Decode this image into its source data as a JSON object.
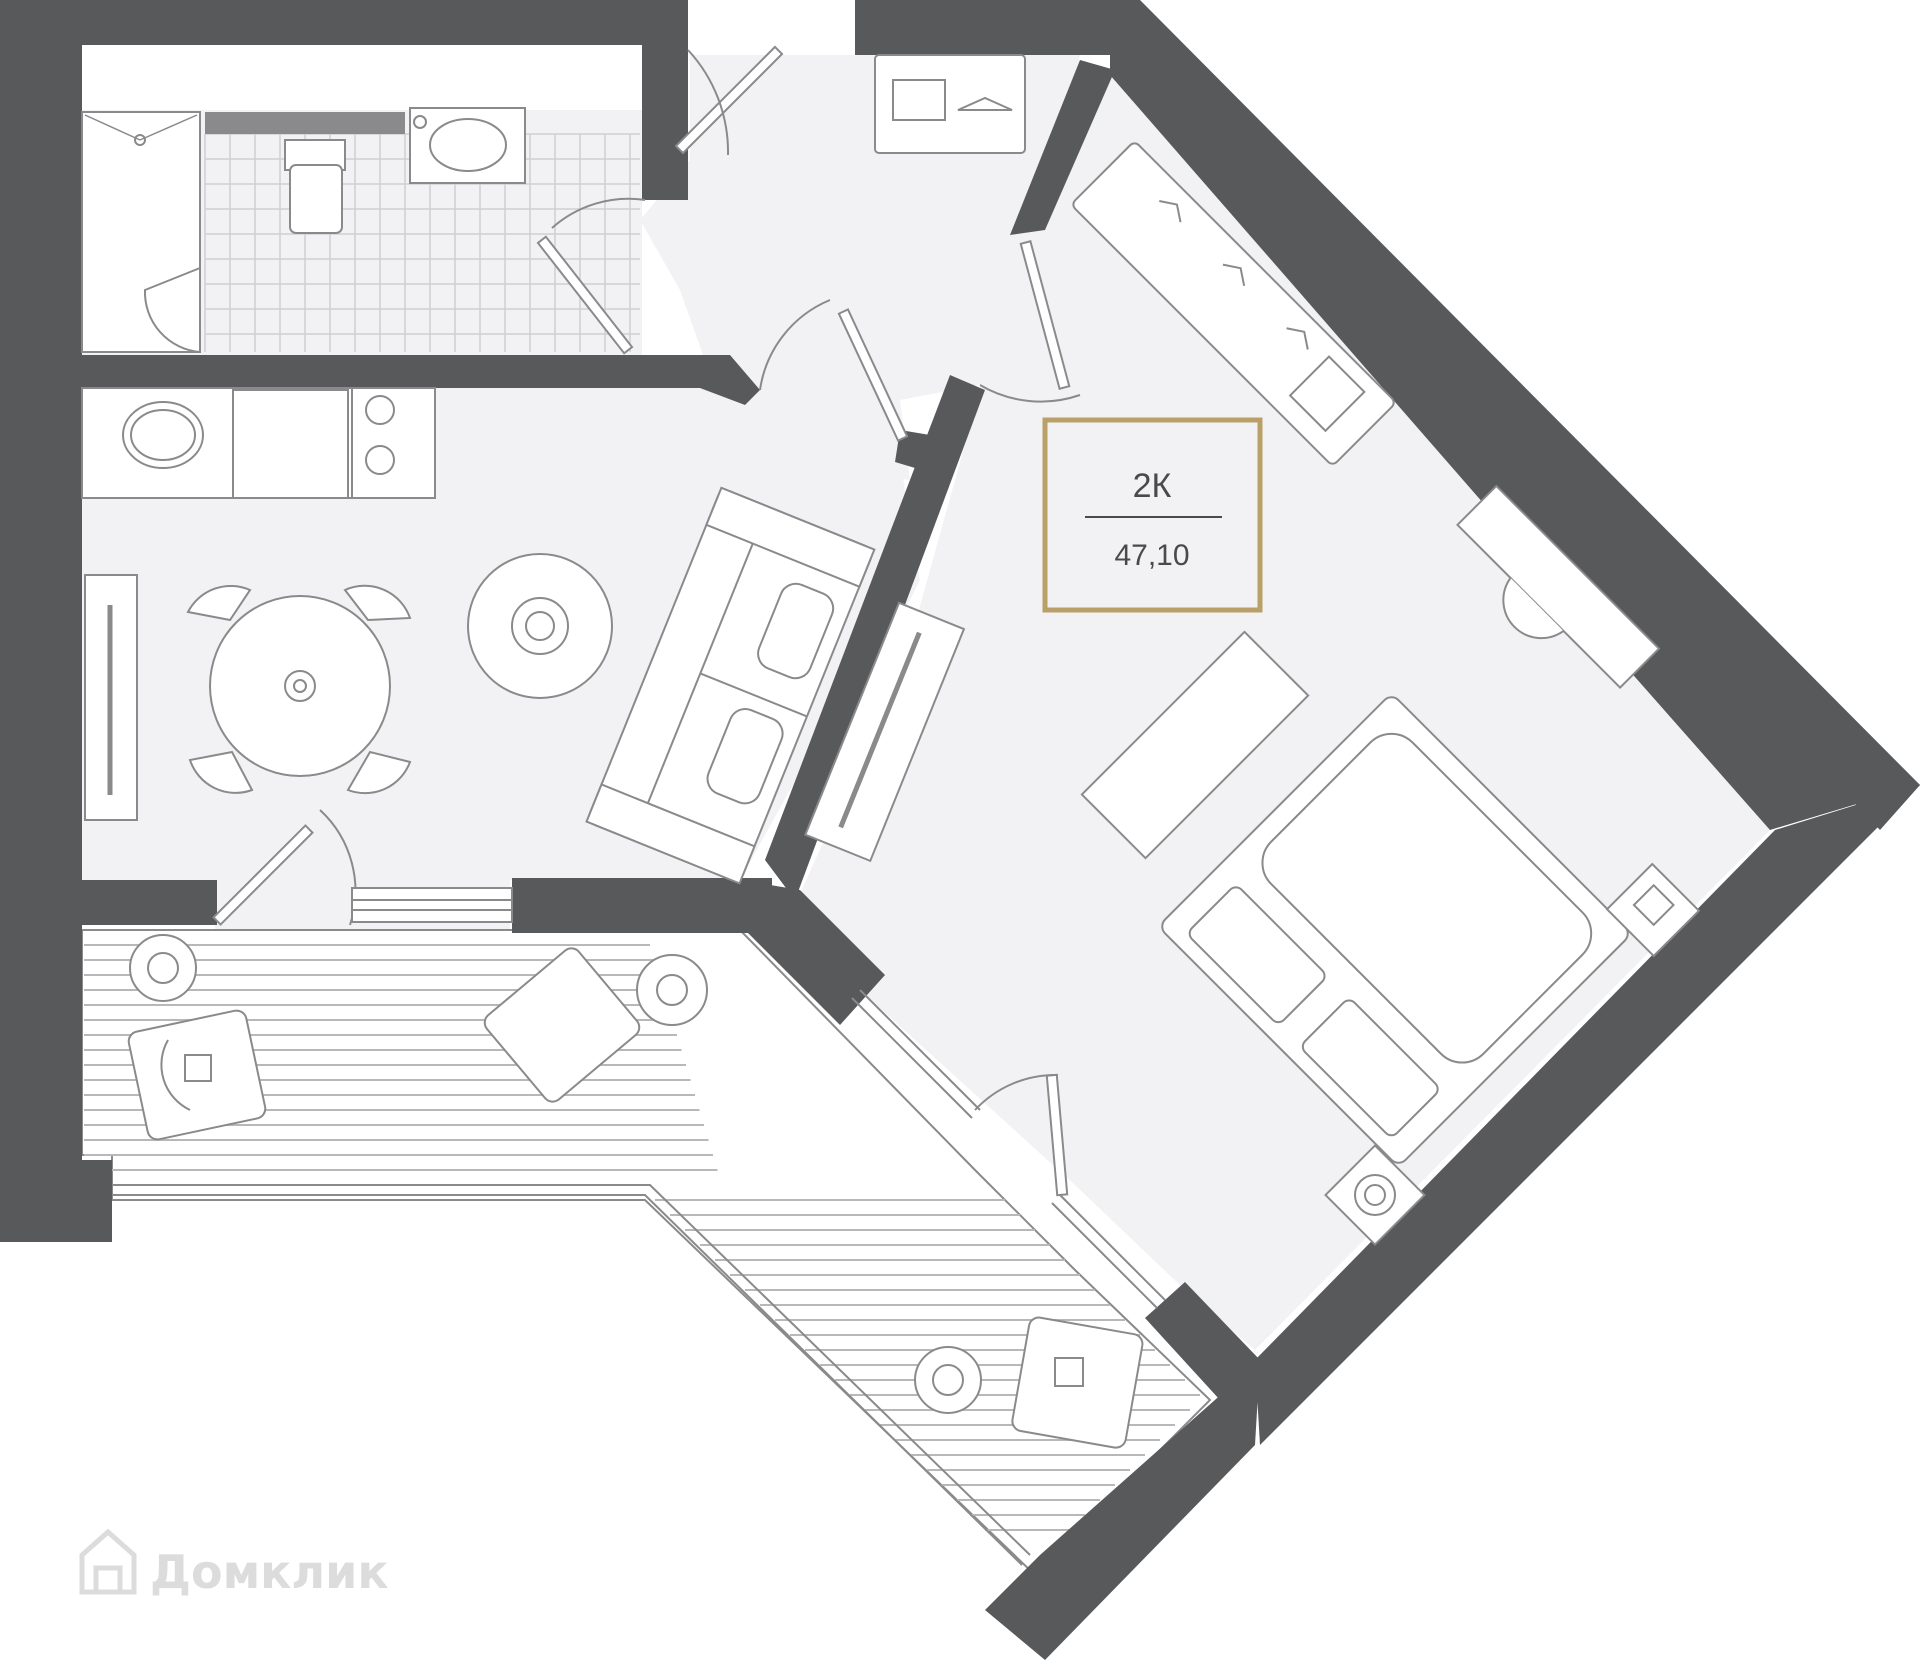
{
  "plan": {
    "apartment_type": "2К",
    "area": "47,10",
    "colors": {
      "wall": "#58595b",
      "floor": "#f2f2f4",
      "line": "#8a8a8c",
      "label_border": "#b8a068",
      "text": "#4a4a4a",
      "watermark": "#dcdcdc"
    }
  },
  "watermark": {
    "text": "Домклик",
    "icon": "house-logo-icon"
  }
}
